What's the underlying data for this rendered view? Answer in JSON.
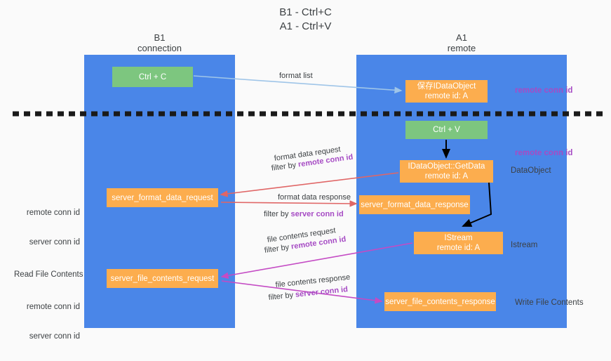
{
  "title": "B1 - Ctrl+C\nA1 - Ctrl+V",
  "lanes": [
    {
      "id": "b1",
      "header": "B1\nconnection",
      "color": "#4a86e8"
    },
    {
      "id": "a1",
      "header": "A1\nremote",
      "color": "#4a86e8"
    }
  ],
  "nodes": {
    "ctrl_c": "Ctrl + C",
    "save_idataobject": "保存IDataObject\nremote id: A",
    "ctrl_v": "Ctrl + V",
    "getdata": "IDataObject::GetData\nremote id: A",
    "server_format_data_request": "server_format_data_request",
    "server_format_data_response": "server_format_data_response",
    "istream": "IStream\nremote id: A",
    "server_file_contents_request": "server_file_contents_request",
    "server_file_contents_response": "server_file_contents_response"
  },
  "annotations": {
    "remote_conn_id": "remote conn id",
    "server_conn_id": "server conn id",
    "dataobject": "DataObject",
    "istream": "Istream",
    "read_file_contents": "Read File Contents",
    "write_file_contents": "Write File Contents"
  },
  "edges": {
    "format_list": "format list",
    "format_data_request": "format data request",
    "filter_by_remote_1": "filter by ",
    "format_data_response": "format data response",
    "filter_by_server_1": "filter by ",
    "file_contents_request": "file contents request",
    "filter_by_remote_2": "filter by ",
    "file_contents_response": "file contents response",
    "filter_by_server_2": "filter by "
  },
  "colors": {
    "lane": "#4a86e8",
    "green_node": "#7dc67f",
    "orange_node": "#fcad4e",
    "purple": "#a64bc4",
    "green_text": "#6aa84f",
    "arrow_blue": "#9fc5e8",
    "arrow_red": "#e06666",
    "arrow_magenta": "#c44bc4",
    "arrow_black": "#000000"
  }
}
